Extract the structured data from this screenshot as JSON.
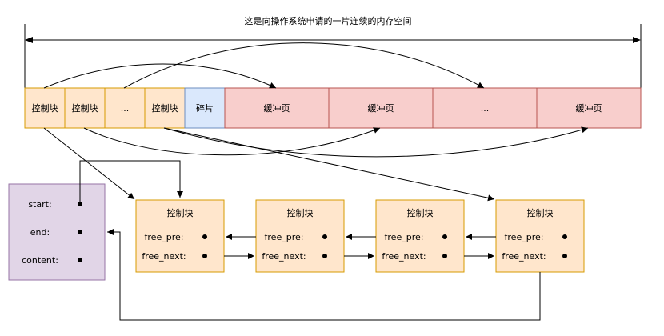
{
  "diagram": {
    "caption": "这是向操作系统申请的一片连续的内存空间",
    "memory_blocks": [
      {
        "label": "控制块",
        "kind": "control"
      },
      {
        "label": "控制块",
        "kind": "control"
      },
      {
        "label": "...",
        "kind": "control"
      },
      {
        "label": "控制块",
        "kind": "control"
      },
      {
        "label": "碎片",
        "kind": "fragment"
      },
      {
        "label": "缓冲页",
        "kind": "buffer"
      },
      {
        "label": "缓冲页",
        "kind": "buffer"
      },
      {
        "label": "...",
        "kind": "buffer"
      },
      {
        "label": "缓冲页",
        "kind": "buffer"
      }
    ],
    "base_node": {
      "fields": [
        "start:",
        "end:",
        "content:"
      ]
    },
    "list_nodes": [
      {
        "title": "控制块",
        "fields": [
          "free_pre:",
          "free_next:"
        ]
      },
      {
        "title": "控制块",
        "fields": [
          "free_pre:",
          "free_next:"
        ]
      },
      {
        "title": "控制块",
        "fields": [
          "free_pre:",
          "free_next:"
        ]
      },
      {
        "title": "控制块",
        "fields": [
          "free_pre:",
          "free_next:"
        ]
      }
    ],
    "colors": {
      "control_fill": "#ffe6cc",
      "control_stroke": "#d79b00",
      "fragment_fill": "#dae8fc",
      "fragment_stroke": "#6c8ebf",
      "buffer_fill": "#f8cecc",
      "buffer_stroke": "#b85450",
      "base_fill": "#e1d5e7",
      "base_stroke": "#9673a6"
    }
  }
}
